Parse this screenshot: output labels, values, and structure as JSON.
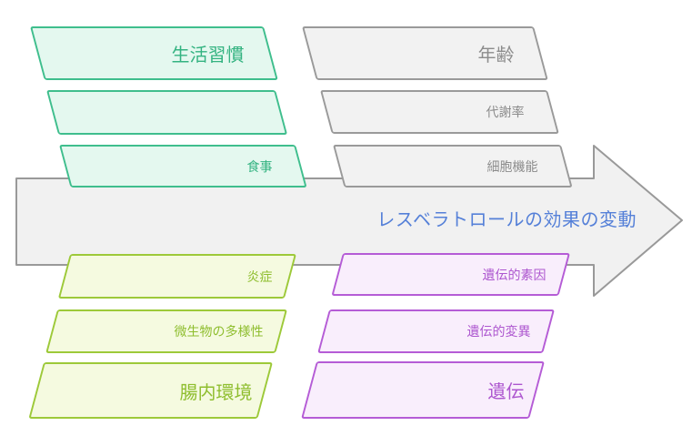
{
  "title": {
    "text": "レスベラトロールの効果の変動",
    "color": "#5580D8"
  },
  "arrow": {
    "shape": "right-arrow",
    "fill": "#F1F1F1",
    "stroke": "#999999"
  },
  "groups": [
    {
      "id": "lifestyle",
      "position": "top-left",
      "theme": {
        "border": "#3FBE8D",
        "fill": "#E4F8EF",
        "text": "#34B381"
      },
      "items": [
        {
          "label": "生活習慣",
          "emphasis": true
        },
        {
          "label": "",
          "emphasis": false
        },
        {
          "label": "食事",
          "emphasis": false
        }
      ]
    },
    {
      "id": "age",
      "position": "top-right",
      "theme": {
        "border": "#9A9A9A",
        "fill": "#F2F2F2",
        "text": "#8C8C8C"
      },
      "items": [
        {
          "label": "年齢",
          "emphasis": true
        },
        {
          "label": "代謝率",
          "emphasis": false
        },
        {
          "label": "細胞機能",
          "emphasis": false
        }
      ]
    },
    {
      "id": "gut-environment",
      "position": "bottom-left",
      "theme": {
        "border": "#9DC939",
        "fill": "#F5FAE0",
        "text": "#8FBE2F"
      },
      "items": [
        {
          "label": "炎症",
          "emphasis": false
        },
        {
          "label": "微生物の多様性",
          "emphasis": false
        },
        {
          "label": "腸内環境",
          "emphasis": true
        }
      ]
    },
    {
      "id": "genetics",
      "position": "bottom-right",
      "theme": {
        "border": "#B55CD6",
        "fill": "#F9EEFC",
        "text": "#AD56CF"
      },
      "items": [
        {
          "label": "遺伝的素因",
          "emphasis": false
        },
        {
          "label": "遺伝的変異",
          "emphasis": false
        },
        {
          "label": "遺伝",
          "emphasis": true
        }
      ]
    }
  ]
}
